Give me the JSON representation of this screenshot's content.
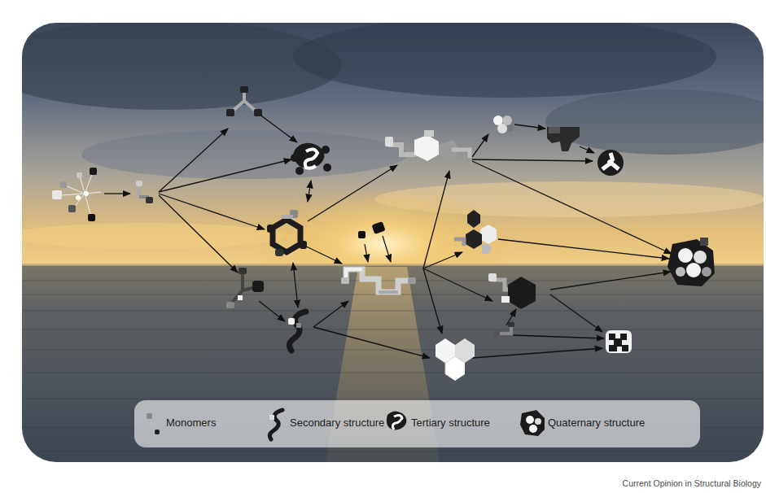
{
  "diagram": {
    "labels": [
      "Current Opinion in Structural Biology"
    ],
    "legend": [
      {
        "text": "Monomers"
      },
      {
        "text": "Secondary structure"
      },
      {
        "text": "Tertiary structure"
      },
      {
        "text": "Quaternary structure"
      }
    ]
  }
}
